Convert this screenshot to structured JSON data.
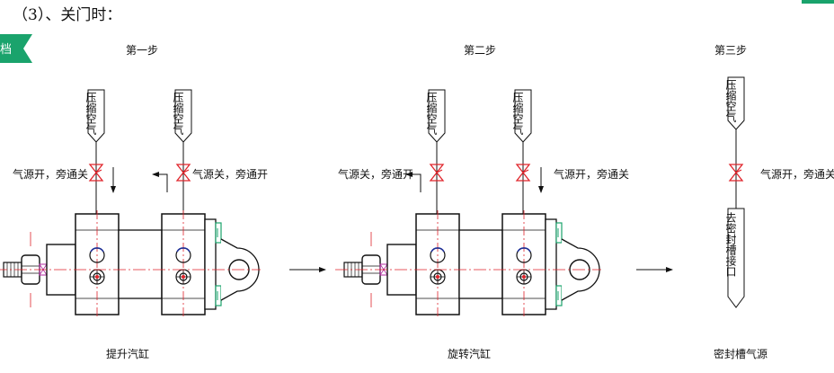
{
  "heading": "（3）、关门时：",
  "side_tag": "档",
  "steps": [
    {
      "title": "第一步",
      "caption": "提升汽缸",
      "left_pipe": "压缩空气",
      "right_pipe": "压缩空气",
      "left_valve": "气源开，旁通关",
      "right_valve": "气源关，旁通开"
    },
    {
      "title": "第二步",
      "caption": "旋转汽缸",
      "left_pipe": "压缩空气",
      "right_pipe": "压缩空气",
      "left_valve": "气源关，旁通开",
      "right_valve": "气源开，旁通关"
    },
    {
      "title": "第三步",
      "caption": "密封槽气源",
      "top_pipe": "压缩空气",
      "valve": "气源开，旁通关",
      "bottom_pipe": "去密封槽接口"
    }
  ],
  "colors": {
    "valve": "#e0242b",
    "centerline": "#e0242b",
    "port": "#1d2f9a",
    "accent": "#1aa36c",
    "nut": "#b02aa0"
  }
}
